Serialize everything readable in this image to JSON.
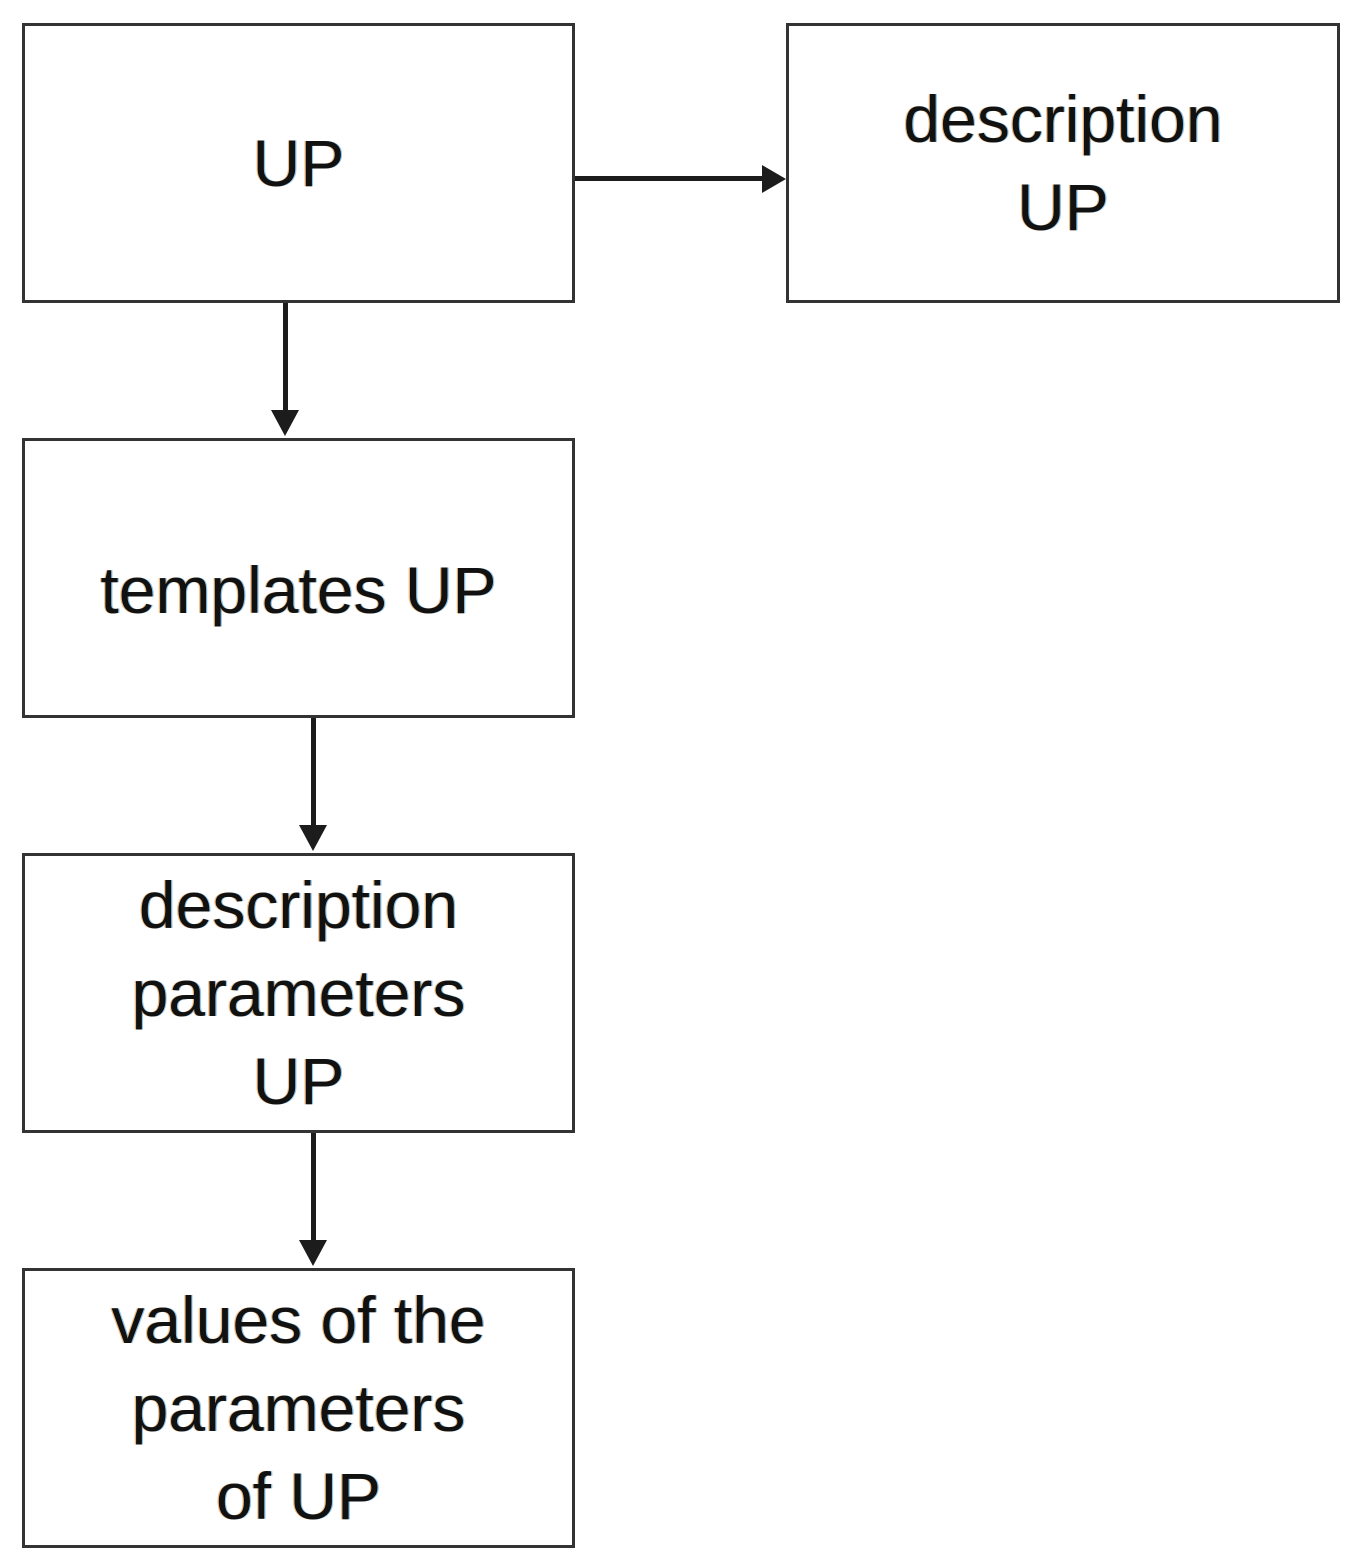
{
  "diagram": {
    "type": "flowchart",
    "orientation": "vertical-with-side-branch",
    "background_color": "#ffffff",
    "node_border_color": "#333333",
    "node_fill_color": "#ffffff",
    "connector_color": "#1c1c1c",
    "text_color": "#111111",
    "nodes": [
      {
        "id": "up",
        "label": "UP"
      },
      {
        "id": "description-up",
        "label": "description\nUP"
      },
      {
        "id": "templates-up",
        "label": "templates UP"
      },
      {
        "id": "desc-params-up",
        "label": "description\nparameters\nUP"
      },
      {
        "id": "values-params",
        "label": "values of the\nparameters\nof UP"
      }
    ],
    "edges": [
      {
        "id": "up-to-description",
        "from": "up",
        "to": "description-up",
        "direction": "right",
        "arrowhead": "solid-triangle"
      },
      {
        "id": "up-to-templates",
        "from": "up",
        "to": "templates-up",
        "direction": "down",
        "arrowhead": "solid-triangle"
      },
      {
        "id": "templates-to-desc",
        "from": "templates-up",
        "to": "desc-params-up",
        "direction": "down",
        "arrowhead": "solid-triangle"
      },
      {
        "id": "desc-to-values",
        "from": "desc-params-up",
        "to": "values-params",
        "direction": "down",
        "arrowhead": "solid-triangle"
      }
    ]
  }
}
